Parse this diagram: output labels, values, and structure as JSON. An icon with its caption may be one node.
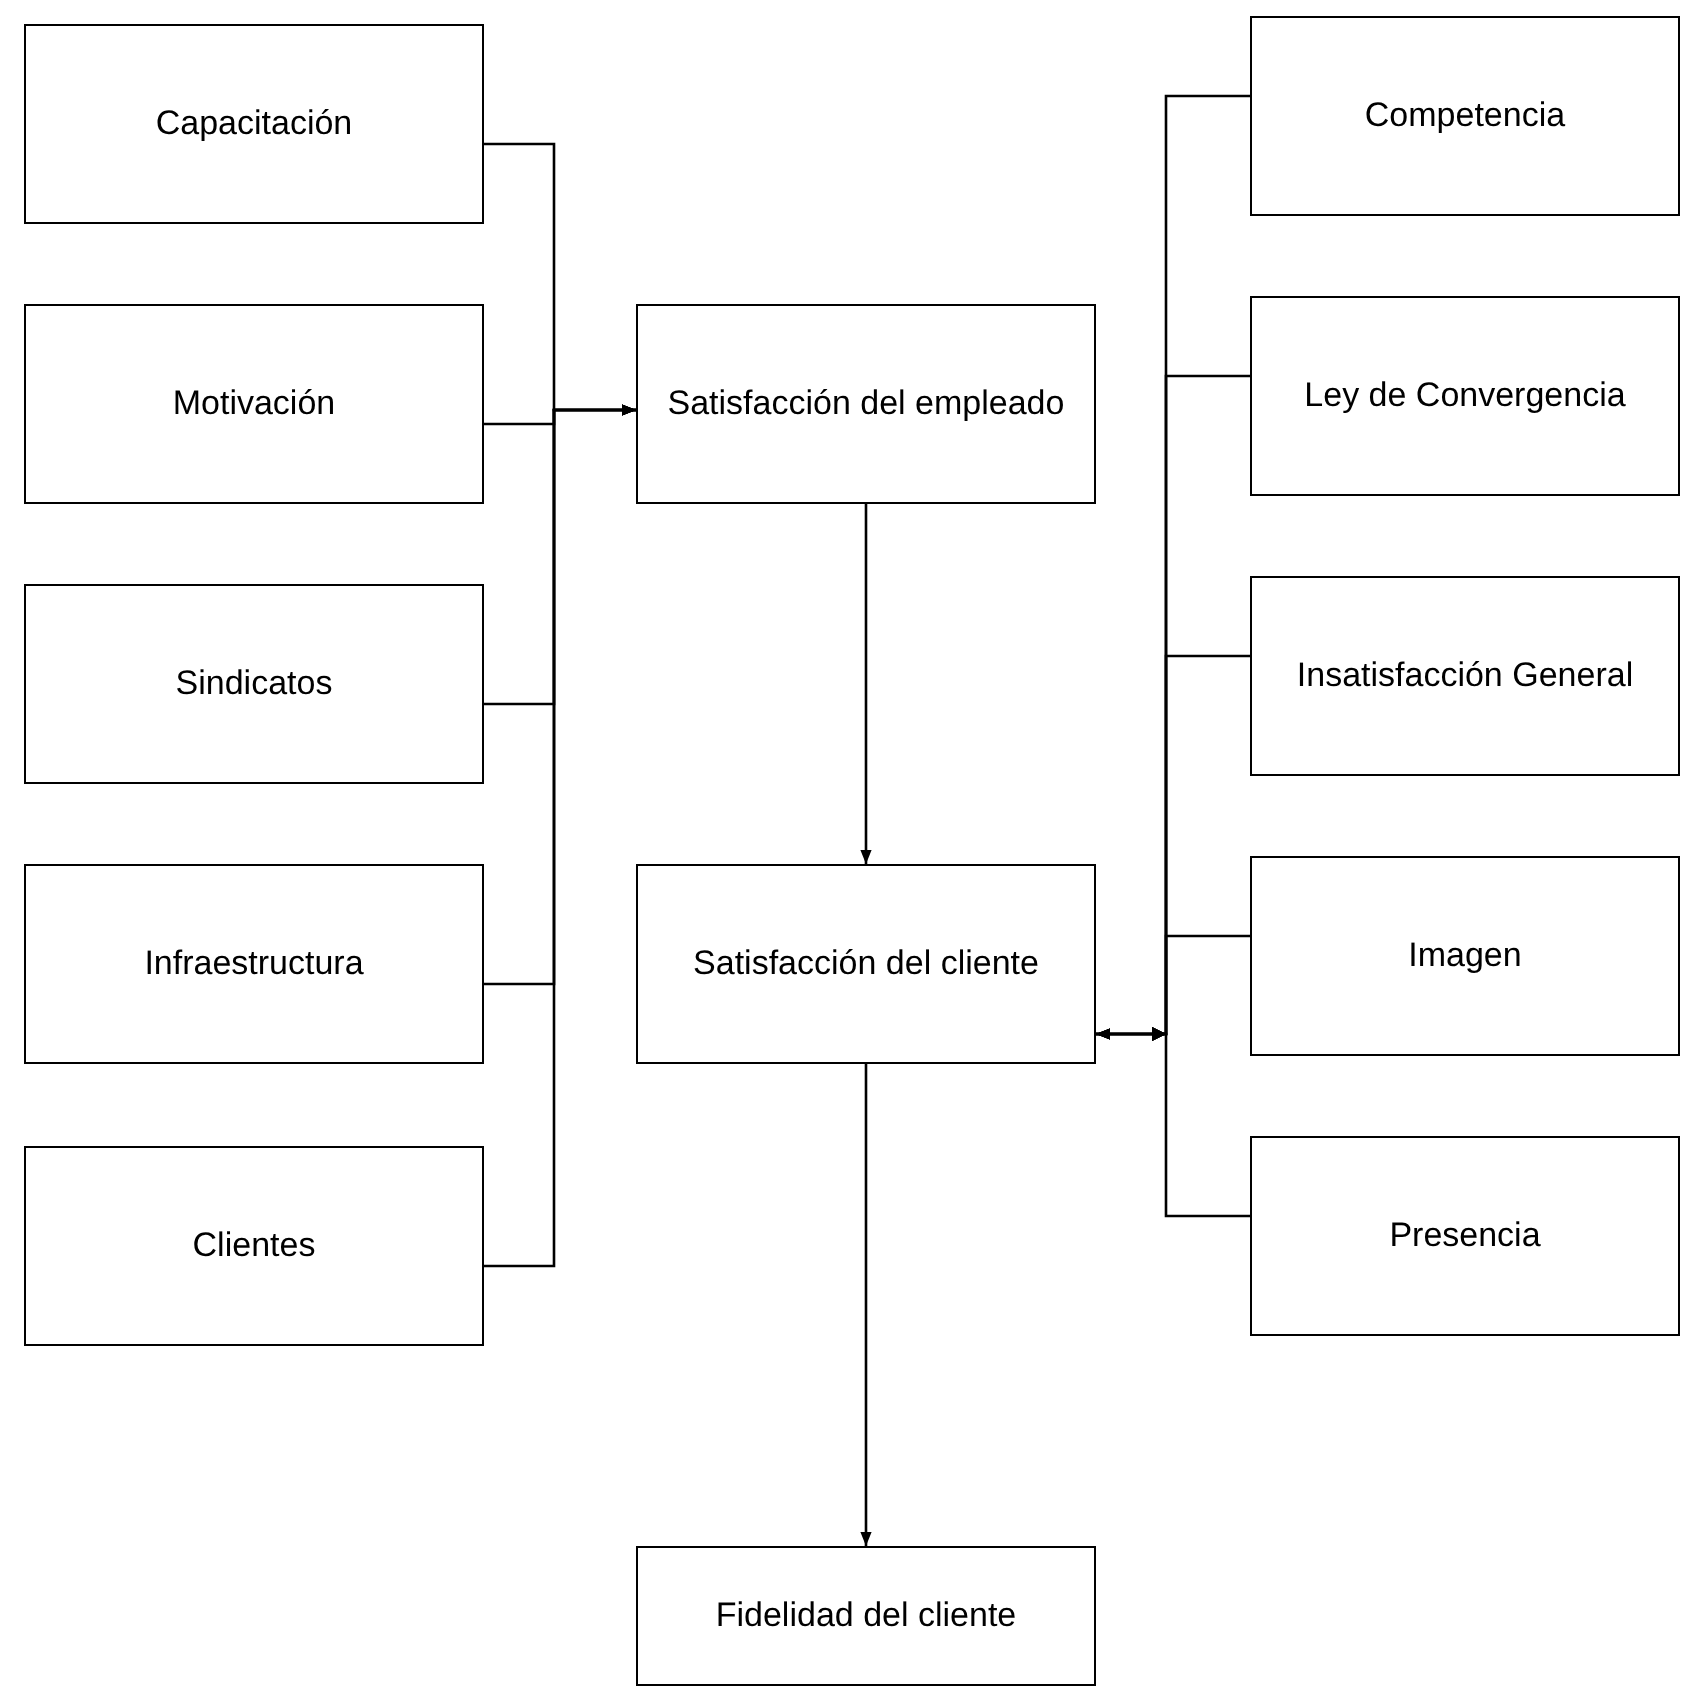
{
  "diagram": {
    "nodes": [
      {
        "text": [
          "Capacitación"
        ]
      },
      {
        "text": [
          "Motivación"
        ]
      },
      {
        "text": [
          "Sindicatos"
        ]
      },
      {
        "text": [
          "Infraestructura"
        ]
      },
      {
        "text": [
          "Clientes"
        ]
      },
      {
        "text": [
          "Satisfacción del empleado"
        ]
      },
      {
        "text": [
          "Satisfacción del cliente"
        ]
      },
      {
        "text": [
          "Fidelidad del cliente"
        ]
      },
      {
        "text": [
          "Competencia"
        ]
      },
      {
        "text": [
          "Ley de Convergencia"
        ]
      },
      {
        "text": [
          "Insatisfacción General"
        ]
      },
      {
        "text": [
          "Imagen"
        ]
      },
      {
        "text": [
          "Presencia"
        ]
      }
    ],
    "edges": [
      {
        "from": 0,
        "to": 5,
        "arrow": "to"
      },
      {
        "from": 1,
        "to": 5,
        "arrow": "to"
      },
      {
        "from": 2,
        "to": 5,
        "arrow": "to"
      },
      {
        "from": 3,
        "to": 5,
        "arrow": "to"
      },
      {
        "from": 4,
        "to": 5,
        "arrow": "to"
      },
      {
        "from": 5,
        "to": 6,
        "arrow": "to"
      },
      {
        "from": 6,
        "to": 7,
        "arrow": "to"
      },
      {
        "from": 8,
        "to": 6,
        "arrow": "to"
      },
      {
        "from": 9,
        "to": 6,
        "arrow": "to"
      },
      {
        "from": 10,
        "to": 6,
        "arrow": "to"
      },
      {
        "from": 11,
        "to": 6,
        "arrow": "to"
      },
      {
        "from": 12,
        "to": 6,
        "arrow": "to"
      }
    ]
  }
}
